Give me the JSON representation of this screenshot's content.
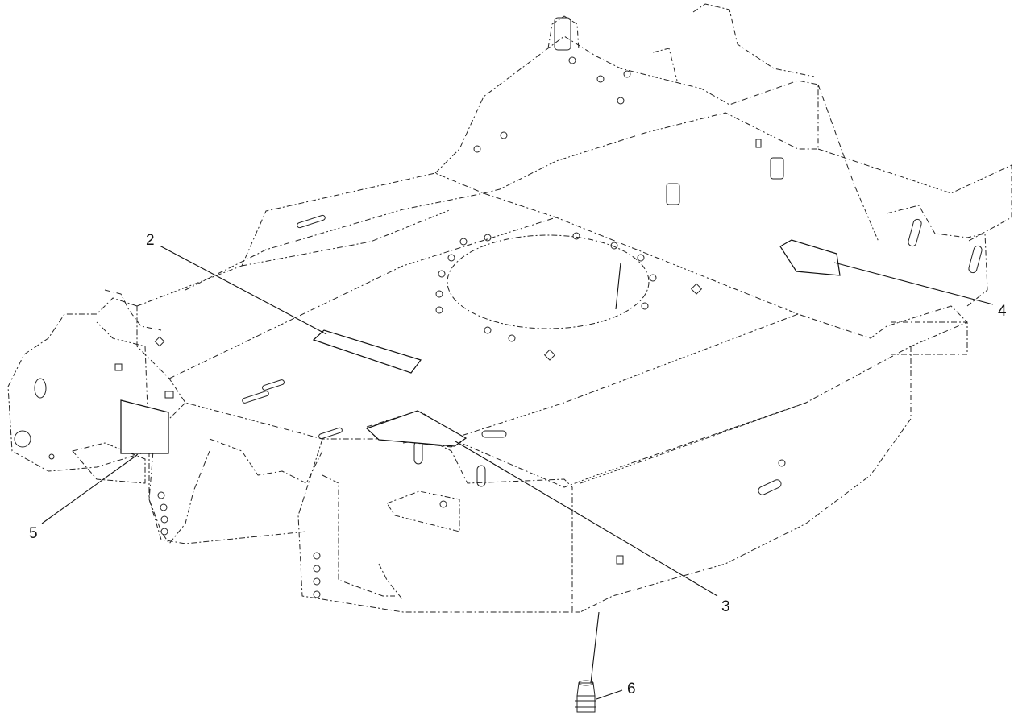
{
  "callouts": [
    {
      "id": "2",
      "label": "2"
    },
    {
      "id": "3",
      "label": "3"
    },
    {
      "id": "4",
      "label": "4"
    },
    {
      "id": "5",
      "label": "5"
    },
    {
      "id": "6",
      "label": "6"
    }
  ]
}
